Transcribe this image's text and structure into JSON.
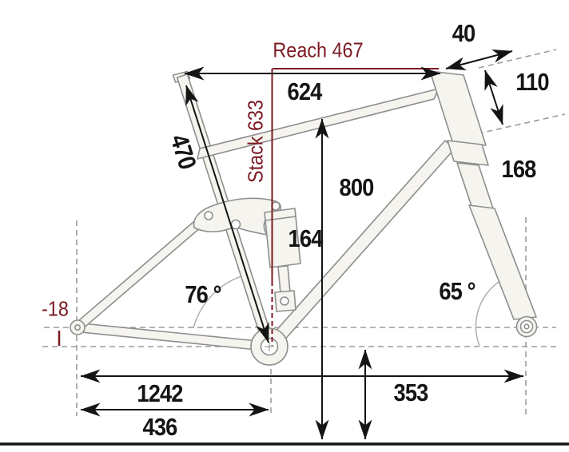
{
  "diagram": {
    "kind": "mountain-bike frame geometry drawing",
    "background": "#ffffff"
  },
  "colors": {
    "accent_red": "#7b1a22",
    "dimension_black": "#141414",
    "frame_outline": "#8e8e8e",
    "frame_fill": "#f6f4ee",
    "construction_gray": "#9c9c9c",
    "arc_gray": "#b0b0b0"
  },
  "labels": {
    "reach": "Reach 467",
    "stack": "Stack 633",
    "effective_top_tube": "624",
    "seat_tube_length": "470",
    "spacer_stack": "40",
    "head_tube_length": "110",
    "fork_length": "168",
    "standover_height": "800",
    "shock_length": "164",
    "seat_tube_angle": "76 °",
    "head_tube_angle": "65 °",
    "bb_drop": "-18",
    "wheelbase": "1242",
    "chainstay_length": "436",
    "bb_height": "353"
  },
  "values": {
    "reach": 467,
    "stack": 633,
    "effective_top_tube": 624,
    "seat_tube_length": 470,
    "spacer_stack": 40,
    "head_tube_length": 110,
    "fork_length": 168,
    "standover_height": 800,
    "shock_length": 164,
    "seat_tube_angle_deg": 76,
    "head_tube_angle_deg": 65,
    "bb_drop": -18,
    "wheelbase": 1242,
    "chainstay_length": 436,
    "bb_height": 353
  }
}
